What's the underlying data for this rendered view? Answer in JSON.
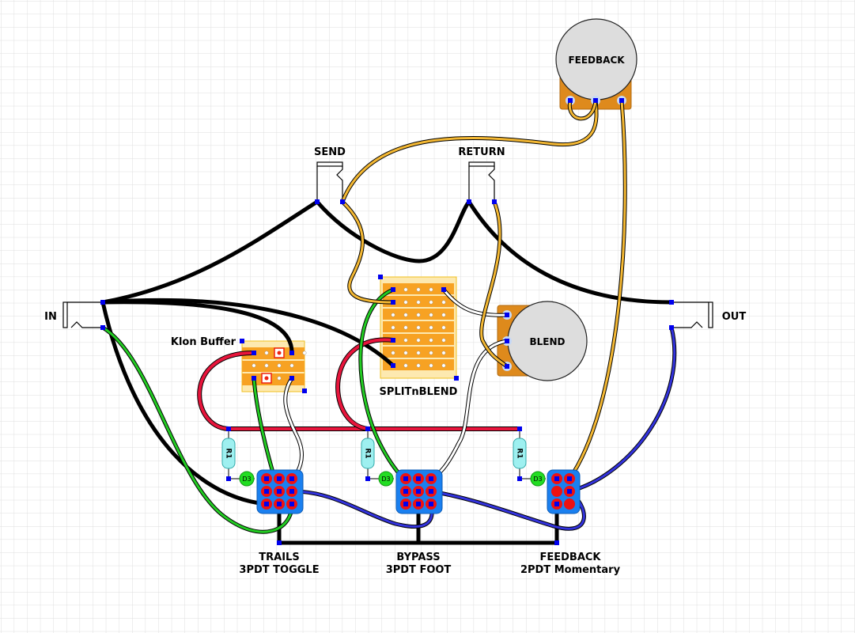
{
  "diagram": {
    "title": "Effects Loop Wiring Diagram",
    "colors": {
      "grid": "#dcdcdc",
      "wire_black": "#000000",
      "wire_red": "#e8153c",
      "wire_green": "#22cc22",
      "wire_white": "#ffffff",
      "wire_blue": "#3333dd",
      "wire_yellow": "#f4b833",
      "pad_blue": "#0000ee",
      "switch_body": "#1a80f0",
      "switch_lug": "#ee1111",
      "pot_body": "#dddddd",
      "pot_base": "#de8a1c",
      "board_bg": "#fde9b0",
      "board_strip": "#f7a223",
      "resistor": "#9ef0f0",
      "led": "#22dd22"
    },
    "jacks": {
      "in": "IN",
      "out": "OUT",
      "send": "SEND",
      "return": "RETURN"
    },
    "pots": {
      "feedback": "FEEDBACK",
      "blend": "BLEND"
    },
    "boards": {
      "klon": "Klon Buffer",
      "split": "SPLITnBLEND"
    },
    "components": {
      "resistor": "R1",
      "led": "D3"
    },
    "switches": [
      {
        "name": "TRAILS",
        "type": "3PDT TOGGLE"
      },
      {
        "name": "BYPASS",
        "type": "3PDT FOOT"
      },
      {
        "name": "FEEDBACK",
        "type": "2PDT Momentary"
      }
    ]
  }
}
